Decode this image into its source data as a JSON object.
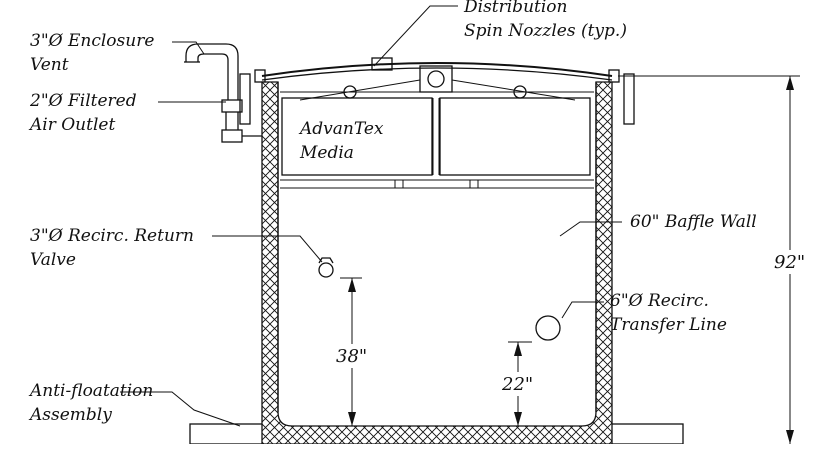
{
  "labels": {
    "distribution_line1": "Distribution",
    "distribution_line2": "Spin Nozzles (typ.)",
    "enclosure_vent_line1": "3\"Ø Enclosure",
    "enclosure_vent_line2": "Vent",
    "filtered_outlet_line1": "2\"Ø Filtered",
    "filtered_outlet_line2": "Air Outlet",
    "media_line1": "AdvanTex",
    "media_line2": "Media",
    "return_valve_line1": "3\"Ø Recirc. Return",
    "return_valve_line2": "Valve",
    "baffle_wall": "60\" Baffle Wall",
    "transfer_line1": "6\"Ø Recirc.",
    "transfer_line2": "Transfer Line",
    "anti_float_line1": "Anti-floatation",
    "anti_float_line2": "Assembly"
  },
  "dimensions": {
    "total_height": "92\"",
    "valve_height": "38\"",
    "transfer_height": "22\""
  }
}
